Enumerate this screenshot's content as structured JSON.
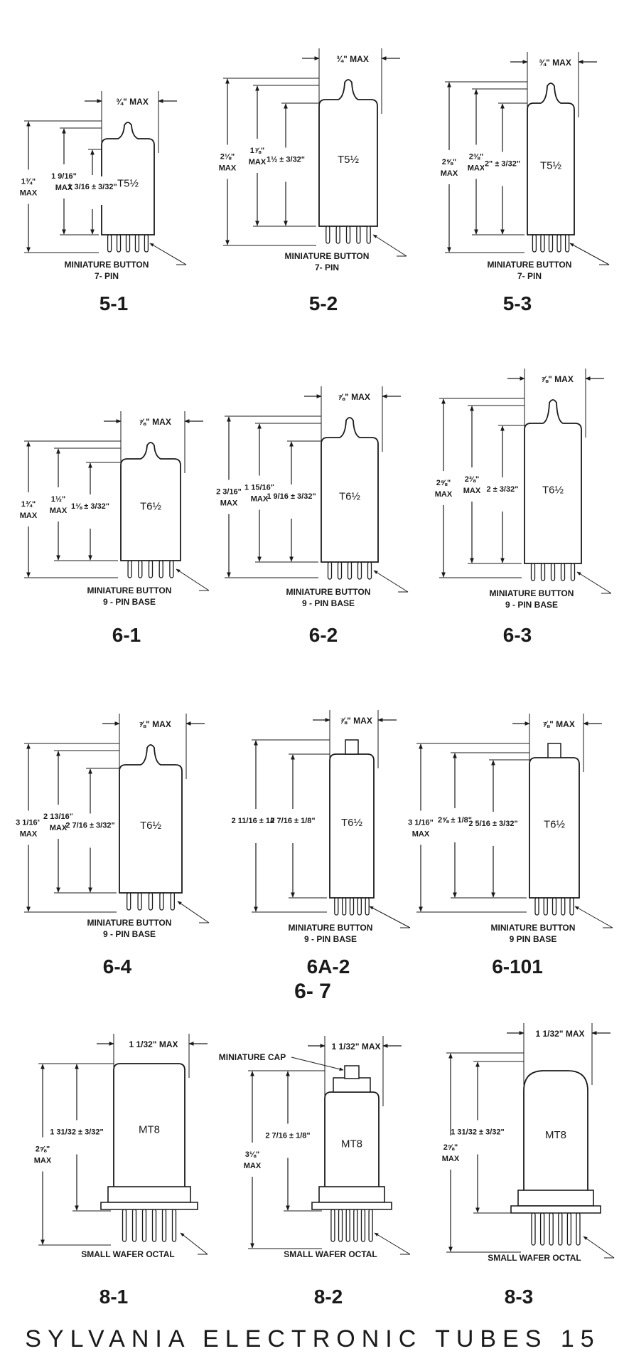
{
  "page": {
    "footer": "SYLVANIA ELECTRONIC TUBES 15",
    "group_label": "6- 7"
  },
  "colors": {
    "ink": "#1a1a1a",
    "paper": "#ffffff"
  },
  "tubes": [
    {
      "id": "5-1",
      "caption": "5-1",
      "bulb": "T5½",
      "width_label": "¾\" MAX",
      "base_label": [
        "MINIATURE BUTTON",
        "7- PIN"
      ],
      "dims": [
        {
          "v": "1¾\"",
          "s": "MAX"
        },
        {
          "v": "1 9/16\"",
          "s": "MAX"
        },
        {
          "v": "1 3/16 ± 3/32\"",
          "s": ""
        }
      ]
    },
    {
      "id": "5-2",
      "caption": "5-2",
      "bulb": "T5½",
      "width_label": "¾\" MAX",
      "base_label": [
        "MINIATURE BUTTON",
        "7- PIN"
      ],
      "dims": [
        {
          "v": "2⅛\"",
          "s": "MAX"
        },
        {
          "v": "1⅞\"",
          "s": "MAX"
        },
        {
          "v": "1½ ± 3/32\"",
          "s": ""
        }
      ]
    },
    {
      "id": "5-3",
      "caption": "5-3",
      "bulb": "T5½",
      "width_label": "¾\" MAX",
      "base_label": [
        "MINIATURE BUTTON",
        "7- PIN"
      ],
      "dims": [
        {
          "v": "2⅝\"",
          "s": "MAX"
        },
        {
          "v": "2⅜\"",
          "s": "MAX"
        },
        {
          "v": "2\" ± 3/32\"",
          "s": ""
        }
      ]
    },
    {
      "id": "6-1",
      "caption": "6-1",
      "bulb": "T6½",
      "width_label": "⅞\" MAX",
      "base_label": [
        "MINIATURE BUTTON",
        "9 - PIN BASE"
      ],
      "dims": [
        {
          "v": "1¾\"",
          "s": "MAX"
        },
        {
          "v": "1½\"",
          "s": "MAX"
        },
        {
          "v": "1⅛ ± 3/32\"",
          "s": ""
        }
      ]
    },
    {
      "id": "6-2",
      "caption": "6-2",
      "bulb": "T6½",
      "width_label": "⅞\" MAX",
      "base_label": [
        "MINIATURE BUTTON",
        "9 - PIN BASE"
      ],
      "dims": [
        {
          "v": "2 3/16\"",
          "s": "MAX"
        },
        {
          "v": "1 15/16\"",
          "s": "MAX"
        },
        {
          "v": "1 9/16 ± 3/32\"",
          "s": ""
        }
      ]
    },
    {
      "id": "6-3",
      "caption": "6-3",
      "bulb": "T6½",
      "width_label": "⅞\" MAX",
      "base_label": [
        "MINIATURE BUTTON",
        "9 - PIN BASE"
      ],
      "dims": [
        {
          "v": "2⅝\"",
          "s": "MAX"
        },
        {
          "v": "2⅜\"",
          "s": "MAX"
        },
        {
          "v": "2 ± 3/32\"",
          "s": ""
        }
      ]
    },
    {
      "id": "6-4",
      "caption": "6-4",
      "bulb": "T6½",
      "width_label": "⅞\" MAX",
      "base_label": [
        "MINIATURE BUTTON",
        "9 - PIN BASE"
      ],
      "dims": [
        {
          "v": "3 1/16\"",
          "s": "MAX"
        },
        {
          "v": "2 13/16\"",
          "s": "MAX"
        },
        {
          "v": "2 7/16 ± 3/32\"",
          "s": ""
        }
      ]
    },
    {
      "id": "6A-2",
      "caption": "6A-2",
      "bulb": "T6½",
      "width_label": "⅞\" MAX",
      "base_label": [
        "MINIATURE BUTTON",
        "9 - PIN BASE"
      ],
      "dims": [
        {
          "v": "2 11/16 ± 1/8\"",
          "s": ""
        },
        {
          "v": "2 7/16 ± 1/8\"",
          "s": ""
        }
      ]
    },
    {
      "id": "6-101",
      "caption": "6-101",
      "bulb": "T6½",
      "width_label": "⅞\" MAX",
      "base_label": [
        "MINIATURE BUTTON",
        "9 PIN BASE"
      ],
      "dims": [
        {
          "v": "3 1/16\"",
          "s": "MAX"
        },
        {
          "v": "2⅝ ± 1/8\"",
          "s": ""
        },
        {
          "v": "2 5/16 ± 3/32\"",
          "s": ""
        }
      ]
    },
    {
      "id": "8-1",
      "caption": "8-1",
      "bulb": "MT8",
      "width_label": "1 1/32\" MAX",
      "base_label": [
        "SMALL WAFER OCTAL"
      ],
      "dims": [
        {
          "v": "2⅝\"",
          "s": "MAX"
        },
        {
          "v": "1 31/32 ± 3/32\"",
          "s": ""
        }
      ]
    },
    {
      "id": "8-2",
      "caption": "8-2",
      "bulb": "MT8",
      "width_label": "1 1/32\" MAX",
      "base_label": [
        "SMALL WAFER OCTAL"
      ],
      "top_label": "MINIATURE CAP",
      "dims": [
        {
          "v": "3⅛\"",
          "s": "MAX"
        },
        {
          "v": "2 7/16 ± 1/8\"",
          "s": ""
        }
      ]
    },
    {
      "id": "8-3",
      "caption": "8-3",
      "bulb": "MT8",
      "width_label": "1 1/32\" MAX",
      "base_label": [
        "SMALL WAFER OCTAL"
      ],
      "dims": [
        {
          "v": "2⅝\"",
          "s": "MAX"
        },
        {
          "v": "1 31/32 ± 3/32\"",
          "s": ""
        }
      ]
    }
  ]
}
